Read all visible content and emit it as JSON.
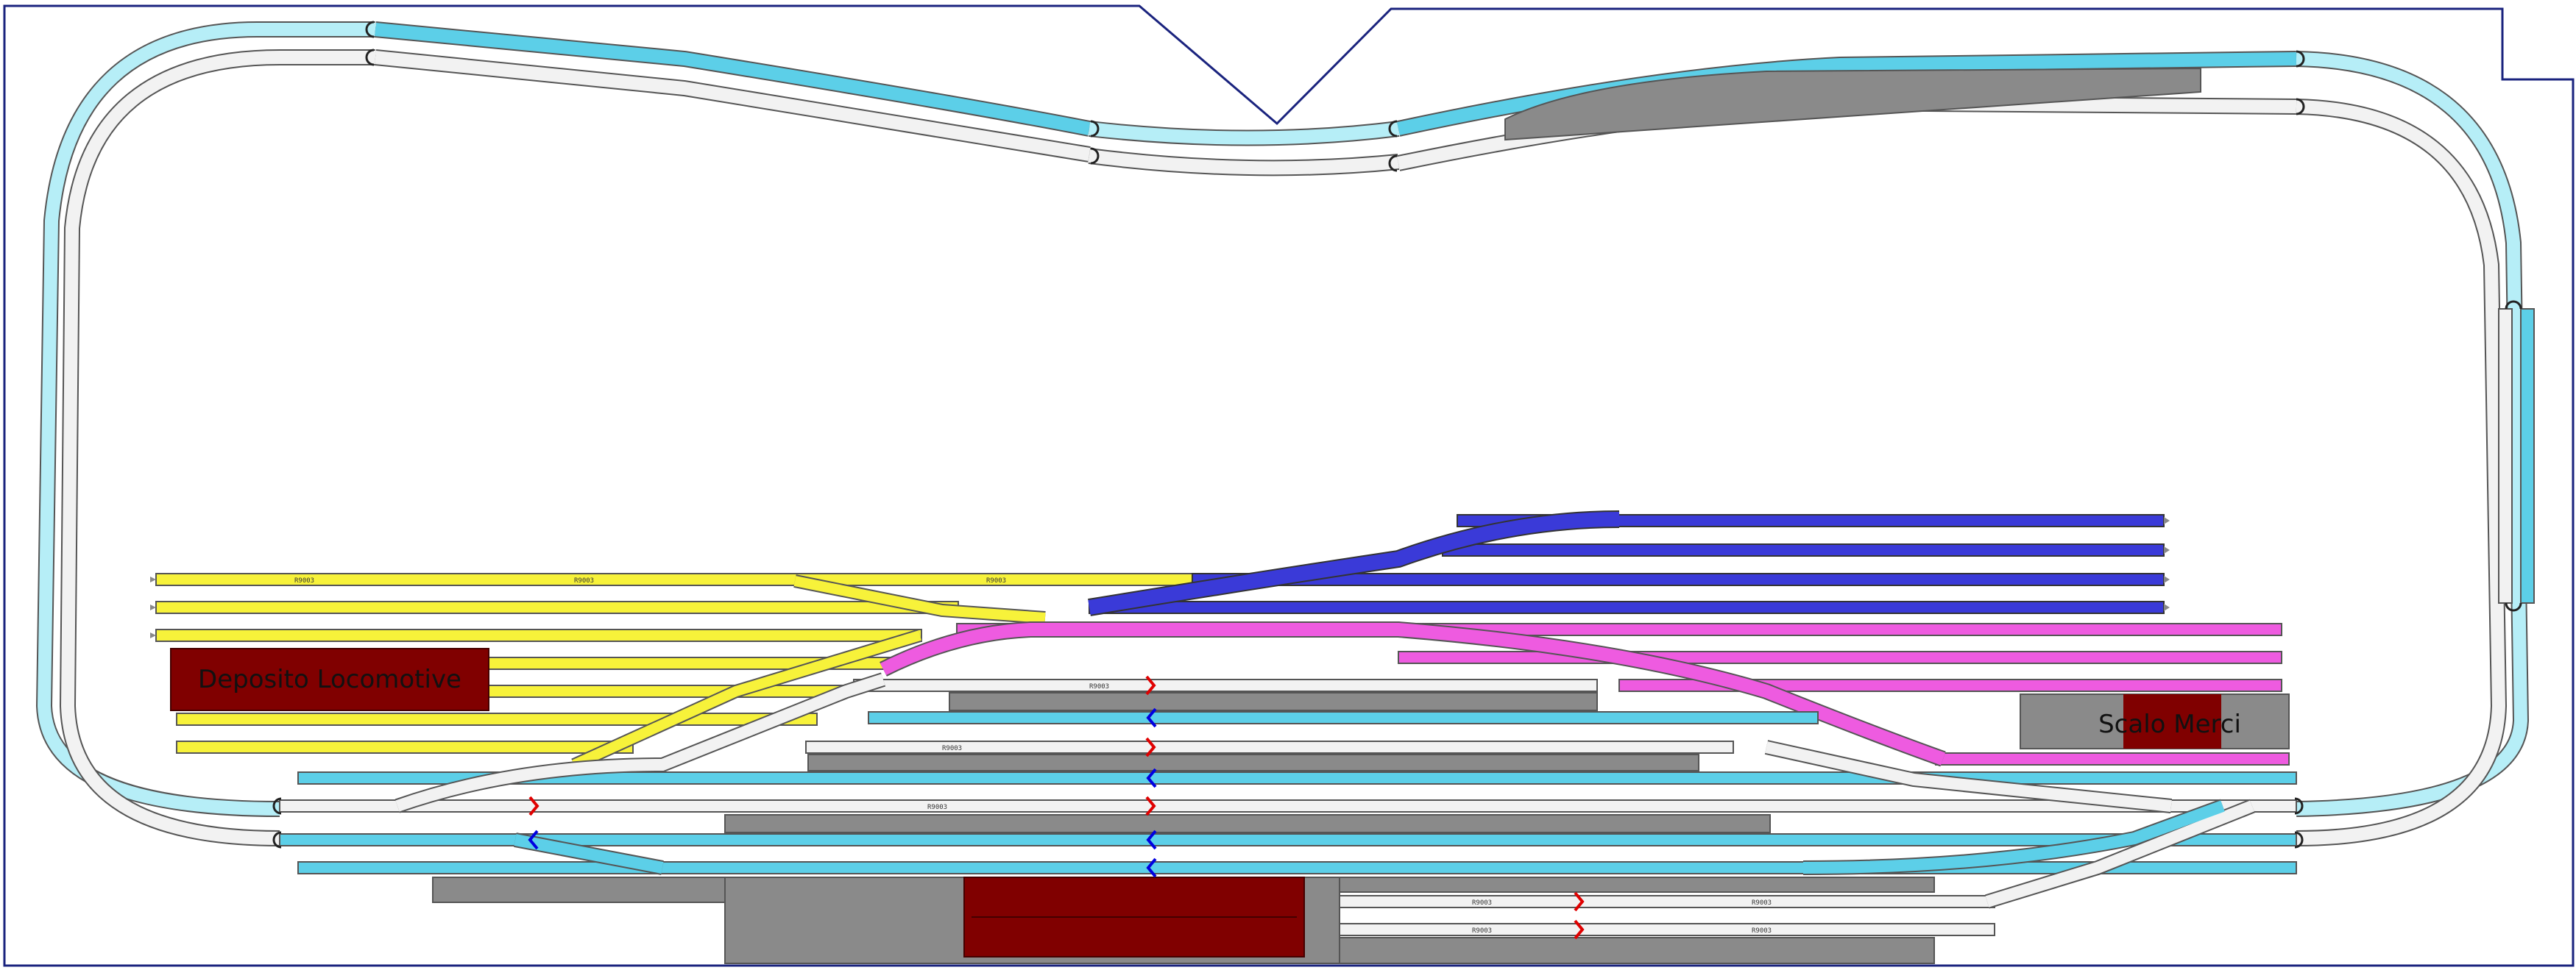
{
  "labels": {
    "deposito": "Deposito Locomotive",
    "scalo": "Scalo Merci"
  },
  "colors": {
    "background": "#ffffff",
    "border": "#1a237e",
    "track_white": "#f2f2f2",
    "track_edge": "#555555",
    "track_yellow": "#f7f23a",
    "track_cyan": "#5ccfe8",
    "track_cyan_light": "#b6eef7",
    "track_blue": "#3a3ad8",
    "track_magenta": "#ee5be0",
    "platform_gray": "#8a8a8a",
    "building_red": "#800000",
    "arrow_red": "#e00000",
    "arrow_blue": "#0000e0"
  },
  "track_code": "R9003"
}
